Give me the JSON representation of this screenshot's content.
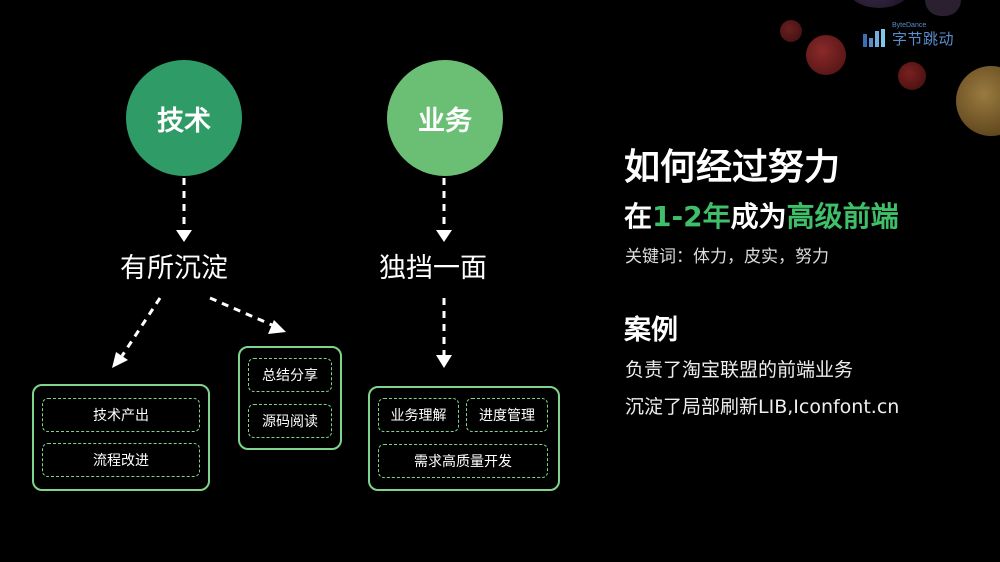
{
  "logo": {
    "en": "ByteDance",
    "cn": "字节跳动",
    "brand_color": "#5a8ecb"
  },
  "diagram": {
    "tech": {
      "label": "技术",
      "color": "#2f9b67",
      "outcome": "有所沉淀",
      "groups": {
        "left": [
          "技术产出",
          "流程改进"
        ],
        "middle": [
          "总结分享",
          "源码阅读"
        ]
      }
    },
    "business": {
      "label": "业务",
      "color": "#6abf74",
      "outcome": "独挡一面",
      "group": {
        "top": [
          "业务理解",
          "进度管理"
        ],
        "bottom": "需求高质量开发"
      }
    },
    "border_color": "#7fd38a"
  },
  "summary": {
    "headline": "如何经过努力",
    "subline_prefix": "在",
    "subline_highlight_1": "1-2年",
    "subline_middle": "成为",
    "subline_highlight_2": "高级前端",
    "keywords": "关键词：体力，皮实，努力",
    "highlight_color": "#3fbf6a"
  },
  "case": {
    "title": "案例",
    "lines": [
      "负责了淘宝联盟的前端业务",
      "沉淀了局部刷新LIB,Iconfont.cn"
    ]
  }
}
